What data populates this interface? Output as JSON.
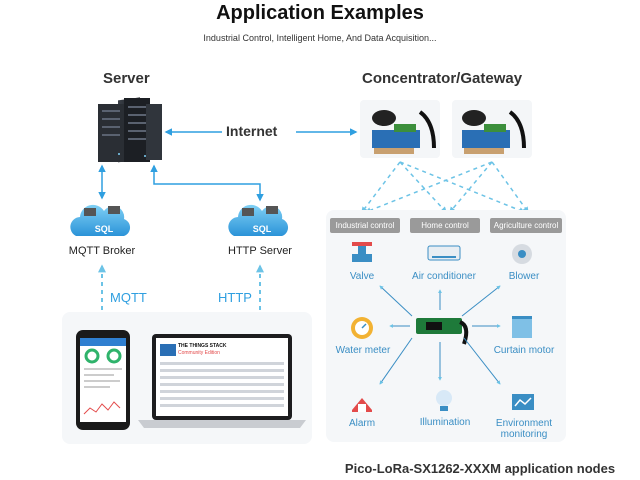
{
  "title": "Application Examples",
  "subtitle": "Industrial Control, Intelligent Home, And Data Acquisition...",
  "server_label": "Server",
  "gateway_label": "Concentrator/Gateway",
  "internet_label": "Internet",
  "mqtt_broker_label": "MQTT Broker",
  "http_server_label": "HTTP Server",
  "cloud_text": "SQL",
  "mqtt_label": "MQTT",
  "http_label": "HTTP",
  "tabs": [
    "Industrial control",
    "Home control",
    "Agriculture control"
  ],
  "devices": {
    "valve": "Valve",
    "air_conditioner": "Air conditioner",
    "blower": "Blower",
    "water_meter": "Water meter",
    "curtain_motor": "Curtain motor",
    "alarm": "Alarm",
    "illumination": "Illumination",
    "environment_line1": "Environment",
    "environment_line2": "monitoring"
  },
  "laptop_screen": {
    "brand": "THE THINGS STACK",
    "edition": "Community Edition"
  },
  "footer": "Pico-LoRa-SX1262-XXXM application nodes",
  "colors": {
    "accent": "#2f9fe0",
    "device_label": "#3a8ec4",
    "tag_bg": "#9a9a9a",
    "dashed": "#6cc3e6"
  }
}
